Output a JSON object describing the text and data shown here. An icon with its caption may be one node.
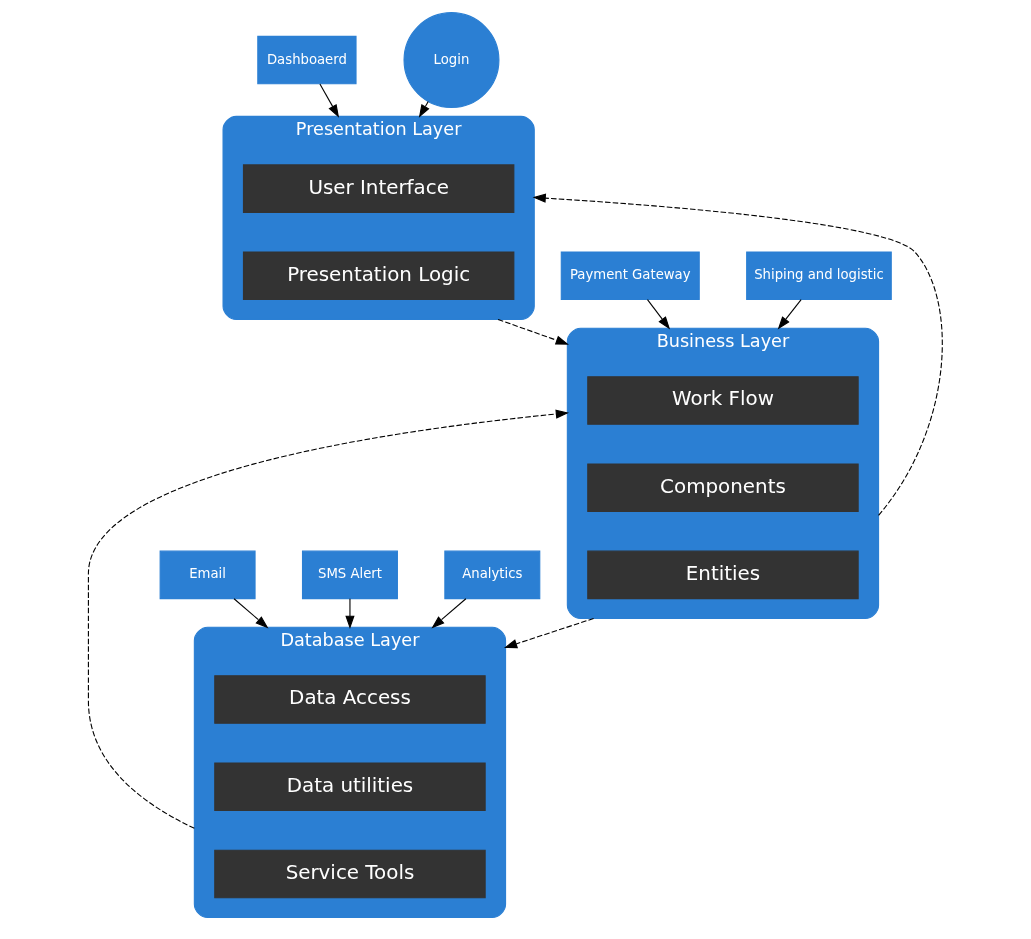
{
  "diagram": {
    "nodes": [
      {
        "text": [
          "Presentation Layer"
        ]
      },
      {
        "text": [
          "User Interface"
        ],
        "in": 0
      },
      {
        "text": [
          "Presentation Logic"
        ],
        "in": 0
      },
      {
        "text": [
          "Dashboaerd"
        ]
      },
      {
        "text": [
          "Login"
        ]
      },
      {
        "text": [
          "Business Layer"
        ]
      },
      {
        "text": [
          "Work Flow"
        ],
        "in": 5
      },
      {
        "text": [
          "Components"
        ],
        "in": 5
      },
      {
        "text": [
          "Entities"
        ],
        "in": 5
      },
      {
        "text": [
          "Payment Gateway"
        ]
      },
      {
        "text": [
          "Shiping and logistic"
        ]
      },
      {
        "text": [
          "Database Layer"
        ]
      },
      {
        "text": [
          "Data Access"
        ],
        "in": 11
      },
      {
        "text": [
          "Data utilities"
        ],
        "in": 11
      },
      {
        "text": [
          "Service Tools"
        ],
        "in": 11
      },
      {
        "text": [
          "Email"
        ]
      },
      {
        "text": [
          "SMS Alert"
        ]
      },
      {
        "text": [
          "Analytics"
        ]
      }
    ],
    "edges": [
      {
        "from": 3,
        "to": 0,
        "arrow": "to"
      },
      {
        "from": 4,
        "to": 0,
        "arrow": "to"
      },
      {
        "from": 0,
        "to": 5,
        "arrow": "to",
        "style": "dashed"
      },
      {
        "from": 5,
        "to": 0,
        "arrow": "to",
        "style": "dashed"
      },
      {
        "from": 9,
        "to": 5,
        "arrow": "to"
      },
      {
        "from": 10,
        "to": 5,
        "arrow": "to"
      },
      {
        "from": 5,
        "to": 11,
        "arrow": "to",
        "style": "dashed"
      },
      {
        "from": 11,
        "to": 5,
        "arrow": "to",
        "style": "dashed"
      },
      {
        "from": 15,
        "to": 11,
        "arrow": "to"
      },
      {
        "from": 16,
        "to": 11,
        "arrow": "to"
      },
      {
        "from": 17,
        "to": 11,
        "arrow": "to"
      }
    ]
  }
}
